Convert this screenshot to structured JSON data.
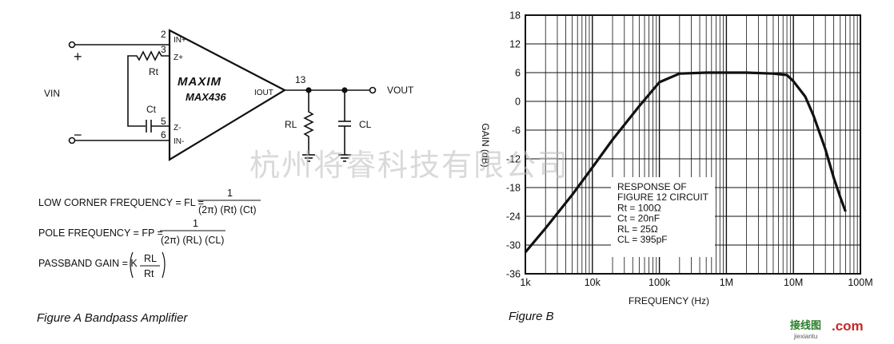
{
  "circuit": {
    "pin_in_plus": "2",
    "pin_z_plus": "3",
    "pin_z_minus": "5",
    "pin_in_minus": "6",
    "pin_out": "13",
    "label_in_plus": "IN+",
    "label_z_plus": "Z+",
    "label_z_minus": "Z-",
    "label_in_minus": "IN-",
    "label_iout": "IOUT",
    "brand": "MAXIM",
    "part": "MAX436",
    "rt": "Rt",
    "ct": "Ct",
    "rl": "RL",
    "cl": "CL",
    "vin": "VIN",
    "vout": "VOUT",
    "plus": "+",
    "minus": "−"
  },
  "equations": {
    "low_corner": {
      "label": "LOW CORNER FREQUENCY = FL =",
      "num": "1",
      "den": "(2π) (Rt) (Ct)"
    },
    "pole": {
      "label": "POLE FREQUENCY = FP =",
      "num": "1",
      "den": "(2π) (RL) (CL)"
    },
    "passband": {
      "label": "PASSBAND GAIN = K",
      "num": "RL",
      "den": "Rt"
    }
  },
  "captions": {
    "figure_a": "Figure A Bandpass Amplifier",
    "figure_b": "Figure B"
  },
  "watermark": "杭州将睿科技有限公司",
  "site": {
    "text": "接线图",
    "domain": ".com",
    "sub": "jiexiantu"
  },
  "chart_data": {
    "type": "line",
    "xscale": "log",
    "xlim": [
      1000,
      100000000
    ],
    "ylim": [
      -36,
      18
    ],
    "xlabel": "FREQUENCY (Hz)",
    "ylabel": "GAIN (dB)",
    "grid": true,
    "x_tick_labels": [
      "1k",
      "10k",
      "100k",
      "1M",
      "10M",
      "100M"
    ],
    "y_tick_labels": [
      "18",
      "12",
      "6",
      "0",
      "-6",
      "-12",
      "-18",
      "-24",
      "-30",
      "-36"
    ],
    "annotation": [
      "RESPONSE OF",
      "FIGURE 12 CIRCUIT",
      "Rt = 100Ω",
      "Ct = 20nF",
      "RL = 25Ω",
      "CL = 395pF"
    ],
    "x": [
      1000,
      2000,
      5000,
      10000,
      20000,
      50000,
      100000,
      200000,
      500000,
      1000000,
      2000000,
      5000000,
      8000000,
      10000000,
      15000000,
      20000000,
      30000000,
      40000000,
      50000000,
      60000000
    ],
    "y": [
      -31.5,
      -26.5,
      -19.5,
      -13.8,
      -8,
      -1,
      4,
      5.8,
      6,
      6,
      6,
      5.8,
      5.5,
      4.2,
      1,
      -3,
      -10,
      -16,
      -20,
      -23
    ]
  }
}
